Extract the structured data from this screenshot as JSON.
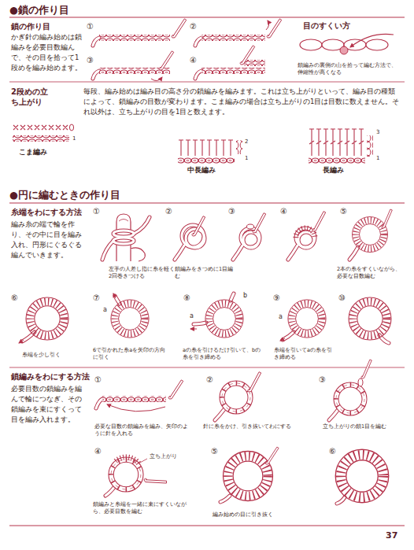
{
  "diagram": {
    "labels": [
      "●鎖の作り目",
      "鎖の作り目",
      "かぎ針の編み始めは鎖編みを必要目数編んで、その目を拾って1段めを編み始めます。",
      "①",
      "②",
      "③",
      "④",
      "目のすくい方",
      "鎖編みの裏側の山を拾って編む方法で、伸縮性が高くなる",
      "2段めの立ち上がり",
      "毎段、編み始めは編み目の高さ分の鎖編みを編みます。これは立ち上がりといって、編み目の種類によって、鎖編みの目数が変わります。こま編みの場合は立ち上がりの1目は目数に数えません。それ以外は、立ち上がりの目を1目と数えます。",
      "こま編み",
      "1",
      "中長編み",
      "2",
      "1",
      "長編み",
      "3",
      "1",
      "●円に編むときの作り目",
      "糸端をわにする方法",
      "編み糸の端で輪を作り、その中に目を編み入れ、円形にぐるぐる編んでいきます。",
      "①",
      "②",
      "③",
      "④",
      "⑤",
      "左手の人差し指に糸を軽く2回巻きつける",
      "鎖編みをきつめに1目編む",
      "2本の糸をすくいながら、必要な目数編む",
      "⑥",
      "⑦",
      "⑧",
      "⑨",
      "⑩",
      "糸端を少し引く",
      "6で引かれた糸aを矢印の方向に引く",
      "aの糸を引けるだけ引いて、bの糸を引き締める",
      "糸端を引いてaの糸を引き締める",
      "a",
      "a",
      "b",
      "a",
      "鎖編みをわにする方法",
      "必要目数の鎖編みを編んで輪につなぎ、その鎖編みを束にすくって目を編み入れます。",
      "①",
      "②",
      "③",
      "必要な目数の鎖編みを編み、矢印のように針を入れる",
      "針に糸をかけ、引き抜いてわにする",
      "立ち上がりの鎖1目を編む",
      "④",
      "⑤",
      "⑥",
      "立ち上がり",
      "鎖編みと糸端を一緒に束にすくいながら、必要目数を編む",
      "編み始めの目に引き抜く",
      "37"
    ]
  }
}
